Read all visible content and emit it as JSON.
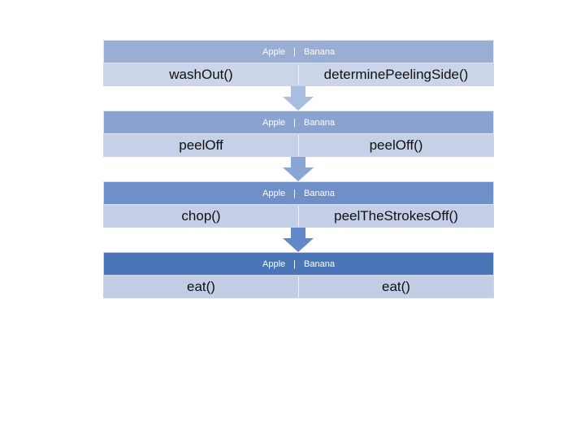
{
  "steps": [
    {
      "header": {
        "left": "Apple",
        "separator": "|",
        "right": "Banana"
      },
      "apple": "washOut()",
      "banana": "determinePeelingSide()"
    },
    {
      "header": {
        "left": "Apple",
        "separator": "|",
        "right": "Banana"
      },
      "apple": "peelOff",
      "banana": "peelOff()"
    },
    {
      "header": {
        "left": "Apple",
        "separator": "|",
        "right": "Banana"
      },
      "apple": "chop()",
      "banana": "peelTheStrokesOff()"
    },
    {
      "header": {
        "left": "Apple",
        "separator": "|",
        "right": "Banana"
      },
      "apple": "eat()",
      "banana": "eat()"
    }
  ],
  "colors": {
    "arrow_1": "#a9bde0",
    "arrow_2": "#8ba6d6",
    "arrow_3": "#6389c8"
  }
}
